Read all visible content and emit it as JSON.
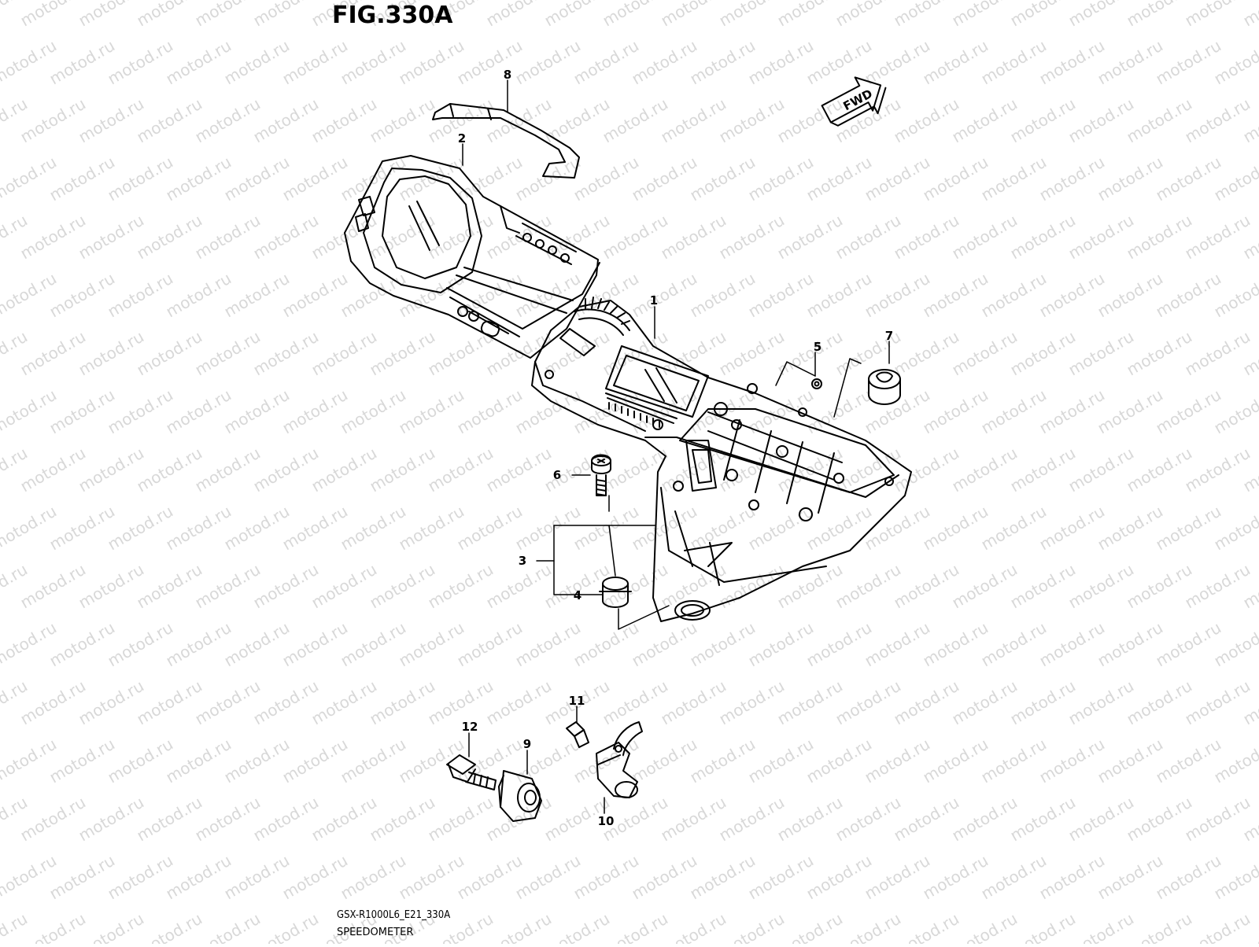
{
  "figure": {
    "title": "FIG.330A",
    "code": "GSX-R1000L6_E21_330A",
    "name": "SPEEDOMETER",
    "watermark": "motod.ru",
    "direction_label": "FWD"
  },
  "callouts": [
    "1",
    "2",
    "3",
    "4",
    "5",
    "6",
    "7",
    "8",
    "9",
    "10",
    "11",
    "12"
  ],
  "colors": {
    "line": "#000000",
    "watermark": "#d8d8d8",
    "background": "#ffffff"
  }
}
